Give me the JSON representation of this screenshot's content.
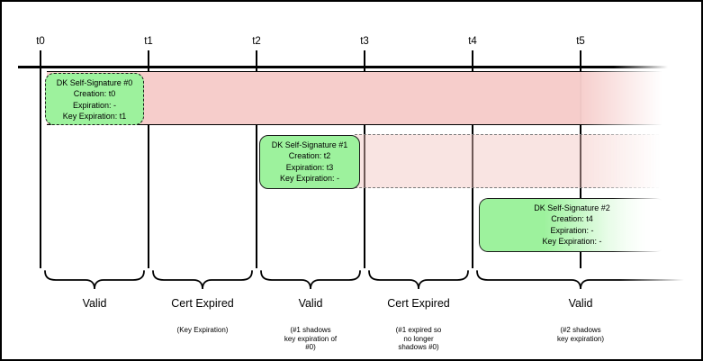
{
  "timeline": {
    "ticks": [
      "t0",
      "t1",
      "t2",
      "t3",
      "t4",
      "t5"
    ]
  },
  "signatures": [
    {
      "title": "DK Self-Signature #0",
      "creation": "Creation: t0",
      "expiration": "Expiration: -",
      "key_expiration": "Key Expiration: t1"
    },
    {
      "title": "DK Self-Signature #1",
      "creation": "Creation: t2",
      "expiration": "Expiration: t3",
      "key_expiration": "Key Expiration: -"
    },
    {
      "title": "DK Self-Signature #2",
      "creation": "Creation: t4",
      "expiration": "Expiration: -",
      "key_expiration": "Key Expiration: -"
    }
  ],
  "periods": [
    {
      "label": "Valid",
      "note": ""
    },
    {
      "label": "Cert Expired",
      "note": "(Key Expiration)"
    },
    {
      "label": "Valid",
      "note": "(#1 shadows\nkey expiration of\n#0)"
    },
    {
      "label": "Cert Expired",
      "note": "(#1 expired so\nno longer\nshadows #0)"
    },
    {
      "label": "Valid",
      "note": "(#2 shadows\nkey expiration)"
    }
  ],
  "colors": {
    "band_strong": "#f6cdcb",
    "band_light": "#fae7e4",
    "box_green": "#9df29d",
    "ink": "#000000"
  }
}
